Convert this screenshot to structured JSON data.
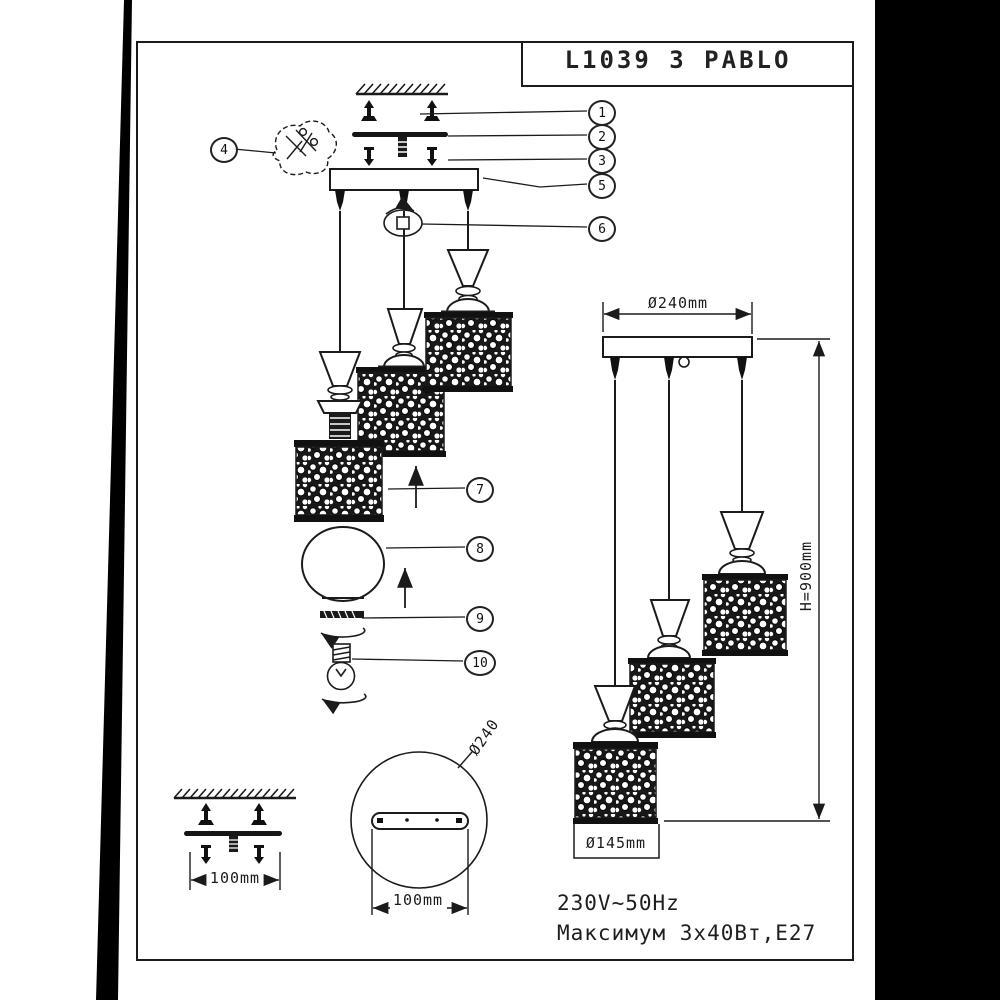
{
  "document": {
    "title": "L1039 3 PABLO",
    "spec_voltage": "230V~50Hz",
    "spec_max_power": "Максимум 3x40Вт,E27"
  },
  "callouts": {
    "c1": "1",
    "c2": "2",
    "c3": "3",
    "c4": "4",
    "c5": "5",
    "c6": "6",
    "c7": "7",
    "c8": "8",
    "c9": "9",
    "c10": "10"
  },
  "dimensions": {
    "canopy_width": "Ø240mm",
    "overall_height": "H=900mm",
    "shade_diameter": "Ø145mm",
    "bracket_spacing": "100mm",
    "canopy_detail_spacing": "100mm",
    "canopy_detail_diameter": "Ø240"
  },
  "colors": {
    "ink": "#1b1b1b",
    "paper": "#ffffff",
    "scan_edge": "#000000"
  }
}
